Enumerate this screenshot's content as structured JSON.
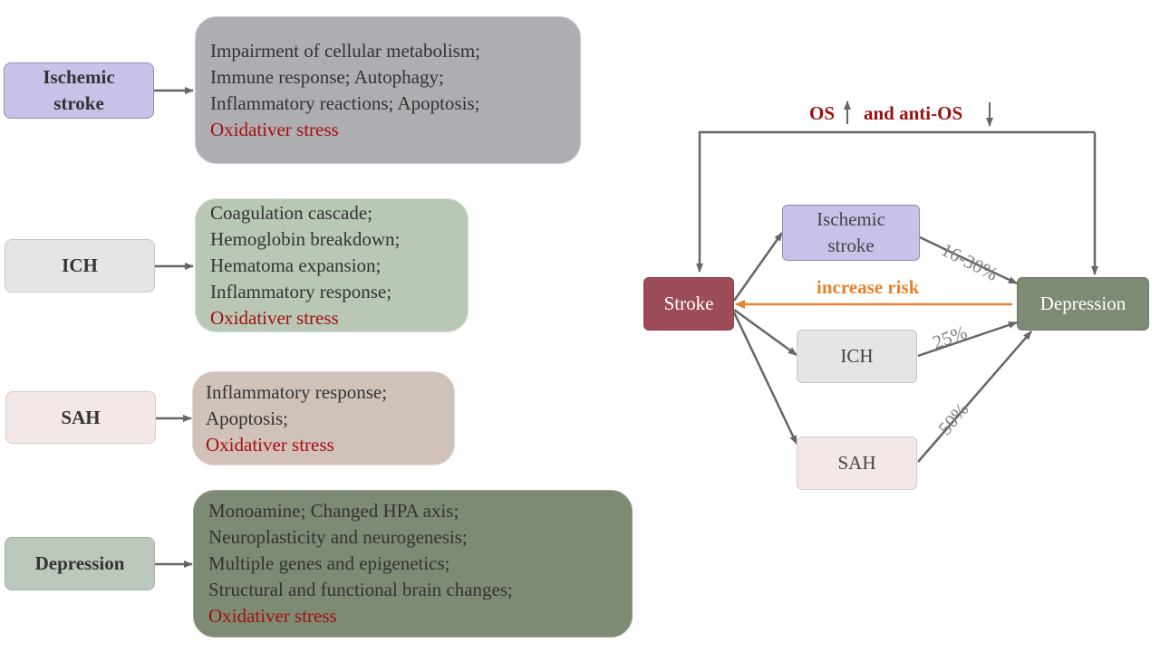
{
  "left": {
    "rows": [
      {
        "label": "Ischemic stroke",
        "label_lines": [
          "Ischemic",
          "stroke"
        ],
        "details": [
          "Impairment of cellular metabolism;",
          "Immune response; Autophagy;",
          "Inflammatory reactions; Apoptosis;"
        ],
        "highlight": "Oxidativer stress",
        "label_bg": "#c7c2e8",
        "panel_bg": "#aeadb2"
      },
      {
        "label": "ICH",
        "label_lines": [
          "ICH"
        ],
        "details": [
          "Coagulation cascade;",
          "Hemoglobin breakdown;",
          "Hematoma expansion;",
          "Inflammatory response;"
        ],
        "highlight": "Oxidativer stress",
        "label_bg": "#e4e5e7",
        "panel_bg": "#b8c8b5"
      },
      {
        "label": "SAH",
        "label_lines": [
          "SAH"
        ],
        "details": [
          "Inflammatory response;",
          "Apoptosis;"
        ],
        "highlight": "Oxidativer stress",
        "label_bg": "#f3e7e7",
        "panel_bg": "#d0c1b9"
      },
      {
        "label": "Depression",
        "label_lines": [
          "Depression"
        ],
        "details": [
          "Monoamine;   Changed HPA axis;",
          "Neuroplasticity and neurogenesis;",
          "Multiple genes and epigenetics;",
          "Structural and functional brain changes;"
        ],
        "highlight": "Oxidativer stress",
        "label_bg": "#bcc8bb",
        "panel_bg": "#7e8b74"
      }
    ]
  },
  "right": {
    "stroke": "Stroke",
    "depression": "Depression",
    "ischemic_lines": [
      "Ischemic",
      "stroke"
    ],
    "ich": "ICH",
    "sah": "SAH",
    "increase_risk": "increase risk",
    "os_label": "OS",
    "anti_os_label": "and anti-OS",
    "pct_ischemic": "16-30%",
    "pct_ich": "25%",
    "pct_sah": "50%",
    "colors": {
      "stroke_bg": "#9e4d58",
      "depression_bg": "#7e8b74",
      "ischemic_bg": "#c7c2e8",
      "ich_bg": "#e4e5e7",
      "sah_bg": "#f3e7e7",
      "risk": "#e5822f",
      "os": "#9b1010",
      "arrow": "#666666",
      "pct": "#7f7f7f"
    }
  }
}
